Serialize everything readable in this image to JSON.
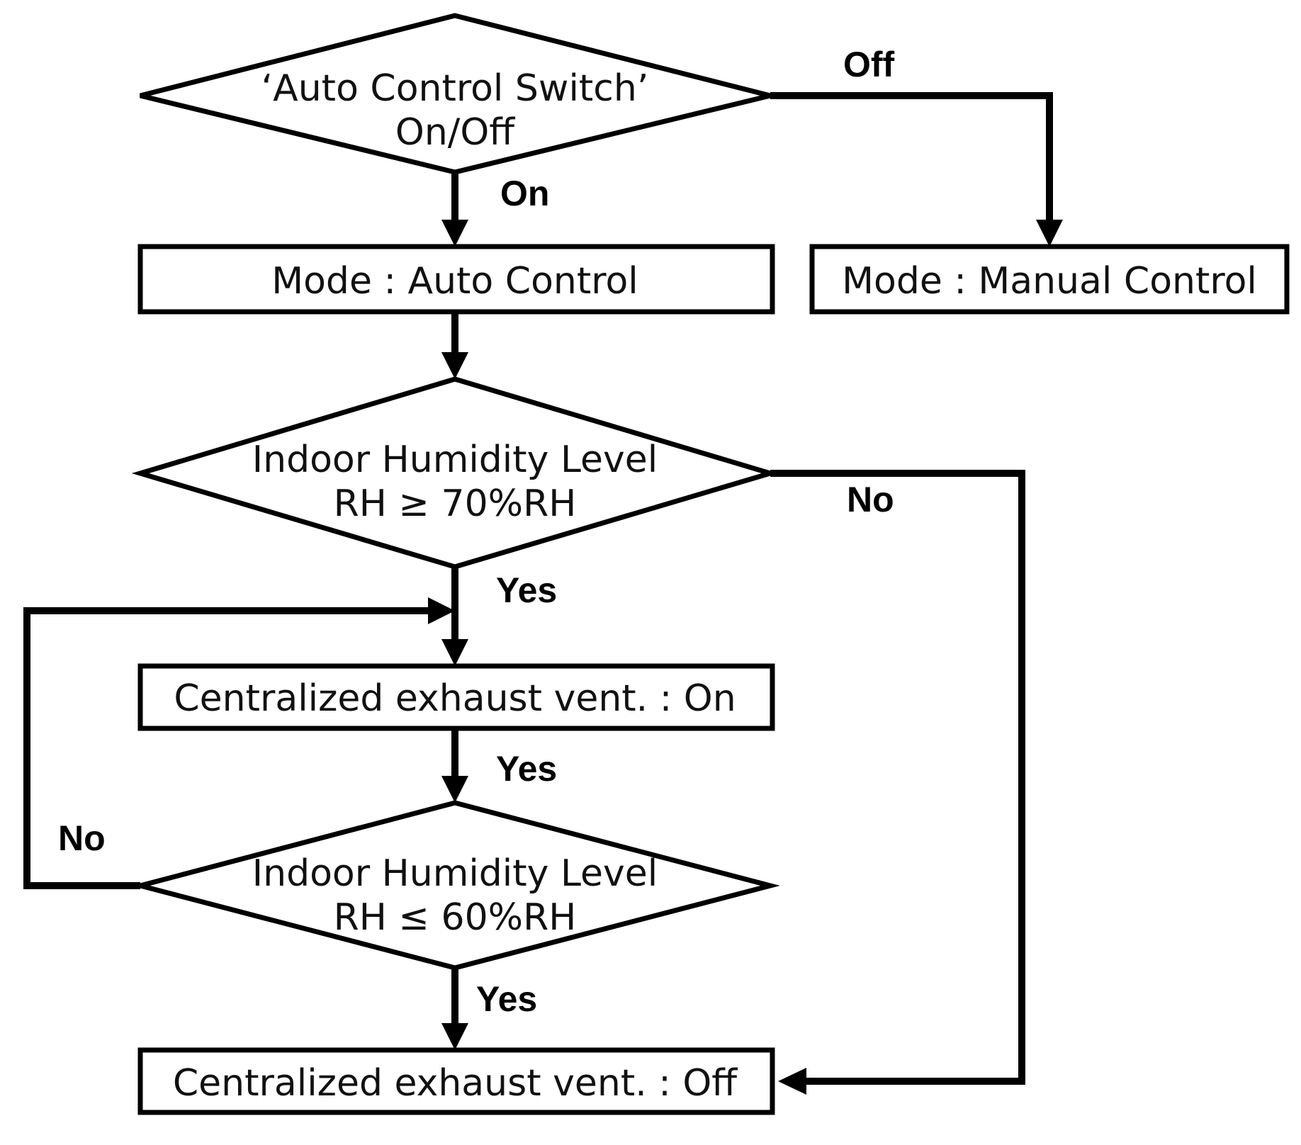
{
  "nodes": {
    "auto_switch": {
      "line1": "‘Auto Control Switch’",
      "line2": "On/Off"
    },
    "mode_auto": {
      "label": "Mode : Auto Control"
    },
    "mode_manual": {
      "label": "Mode : Manual Control"
    },
    "humidity_high": {
      "line1": "Indoor Humidity Level",
      "line2": "RH ≥ 70%RH"
    },
    "vent_on": {
      "label": "Centralized exhaust vent. : On"
    },
    "humidity_low": {
      "line1": "Indoor Humidity Level",
      "line2": "RH ≤ 60%RH"
    },
    "vent_off": {
      "label": "Centralized exhaust vent. : Off"
    }
  },
  "edges": {
    "switch_off": "Off",
    "switch_on": "On",
    "high_no": "No",
    "high_yes": "Yes",
    "vent_on_yes": "Yes",
    "low_no": "No",
    "low_yes": "Yes"
  },
  "colors": {
    "stroke": "#000000",
    "fill": "#ffffff",
    "text": "#111111"
  }
}
